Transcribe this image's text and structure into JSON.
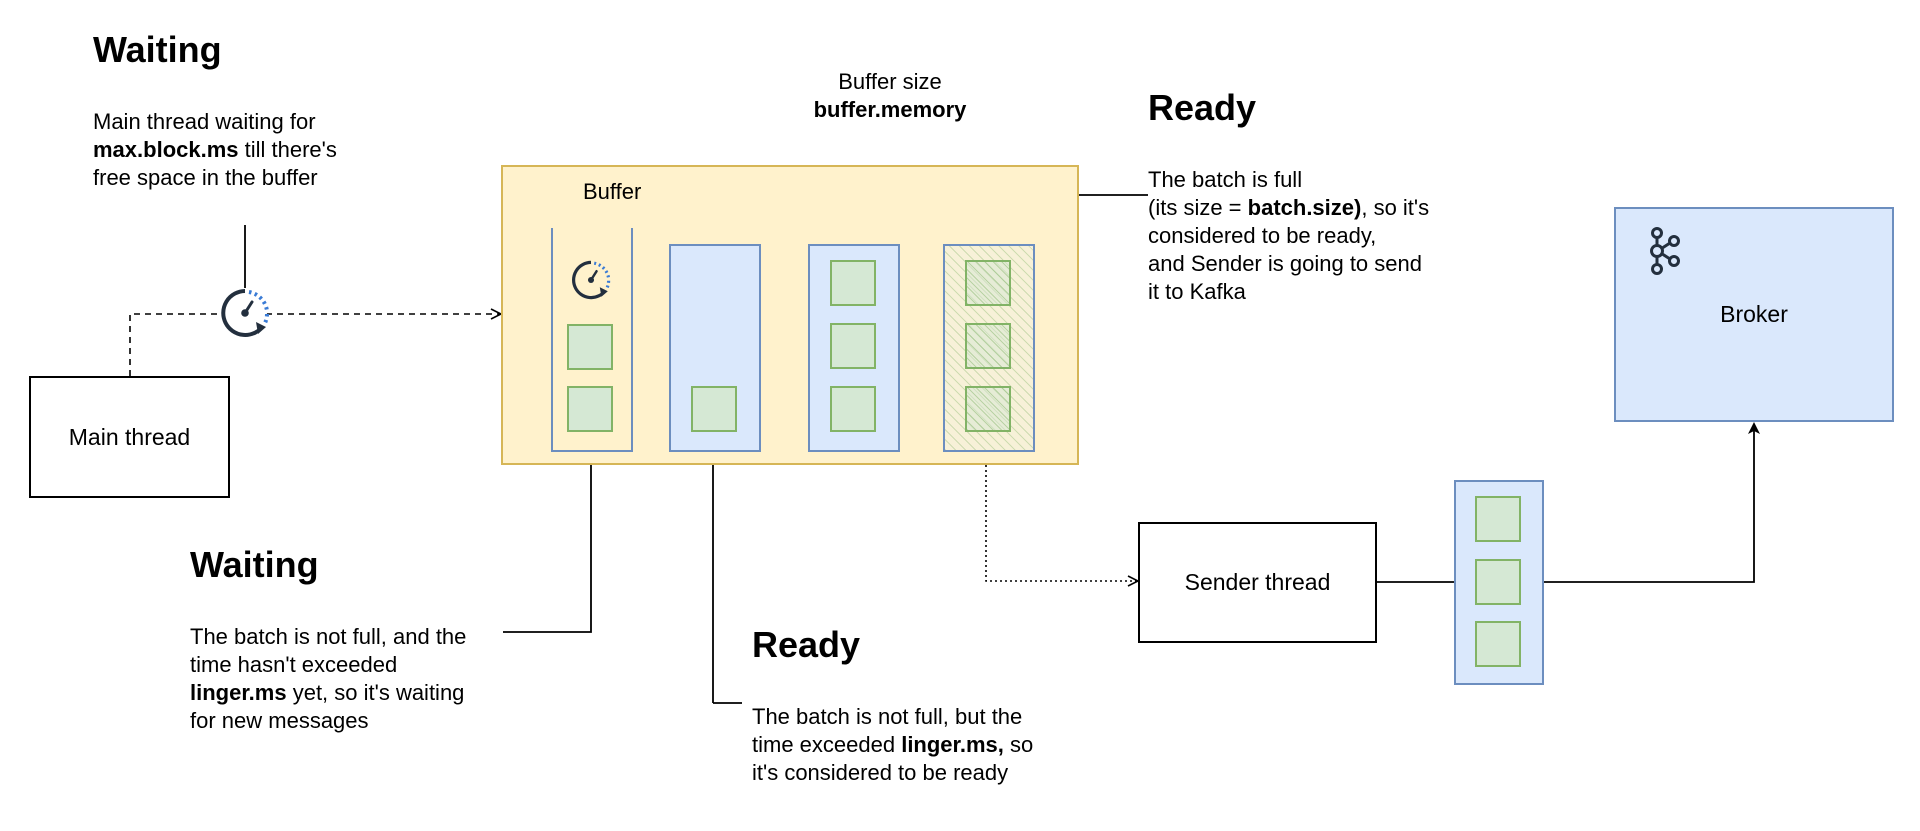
{
  "waiting_main": {
    "title": "Waiting",
    "line1": "Main thread waiting for",
    "line2_bold": "max.block.ms",
    "line2_rest": " till there's",
    "line3": "free space in the buffer"
  },
  "main_thread": {
    "label": "Main thread"
  },
  "buffer_size": {
    "label": "Buffer size",
    "param": "buffer.memory"
  },
  "buffer": {
    "label": "Buffer"
  },
  "ready_full": {
    "title": "Ready",
    "line1": "The batch is full",
    "line2_pre": "(its size = ",
    "line2_bold": "batch.size)",
    "line2_post": ", so it's",
    "line3": "considered to be ready,",
    "line4": "and Sender is going to send",
    "line5": "it to Kafka"
  },
  "broker": {
    "label": "Broker",
    "icon": "kafka-icon"
  },
  "sender_thread": {
    "label": "Sender thread"
  },
  "waiting_batch": {
    "title": "Waiting",
    "line1": "The batch is not full, and the",
    "line2": "time hasn't exceeded",
    "line3_bold": "linger.ms",
    "line3_rest": " yet, so it's waiting",
    "line4": "for new messages"
  },
  "ready_linger": {
    "title": "Ready",
    "line1": "The batch is not full, but the",
    "line2_pre": "time exceeded ",
    "line2_bold": "linger.ms,",
    "line2_post": " so",
    "line3": "it's considered to be ready"
  },
  "colors": {
    "buffer_fill": "#fff2cc",
    "buffer_stroke": "#d6b656",
    "batch_fill": "#dae8fc",
    "batch_stroke": "#6c8ebf",
    "message_fill": "#d5e8d4",
    "message_stroke": "#82b366"
  },
  "icons": [
    "timer-icon",
    "kafka-icon"
  ]
}
